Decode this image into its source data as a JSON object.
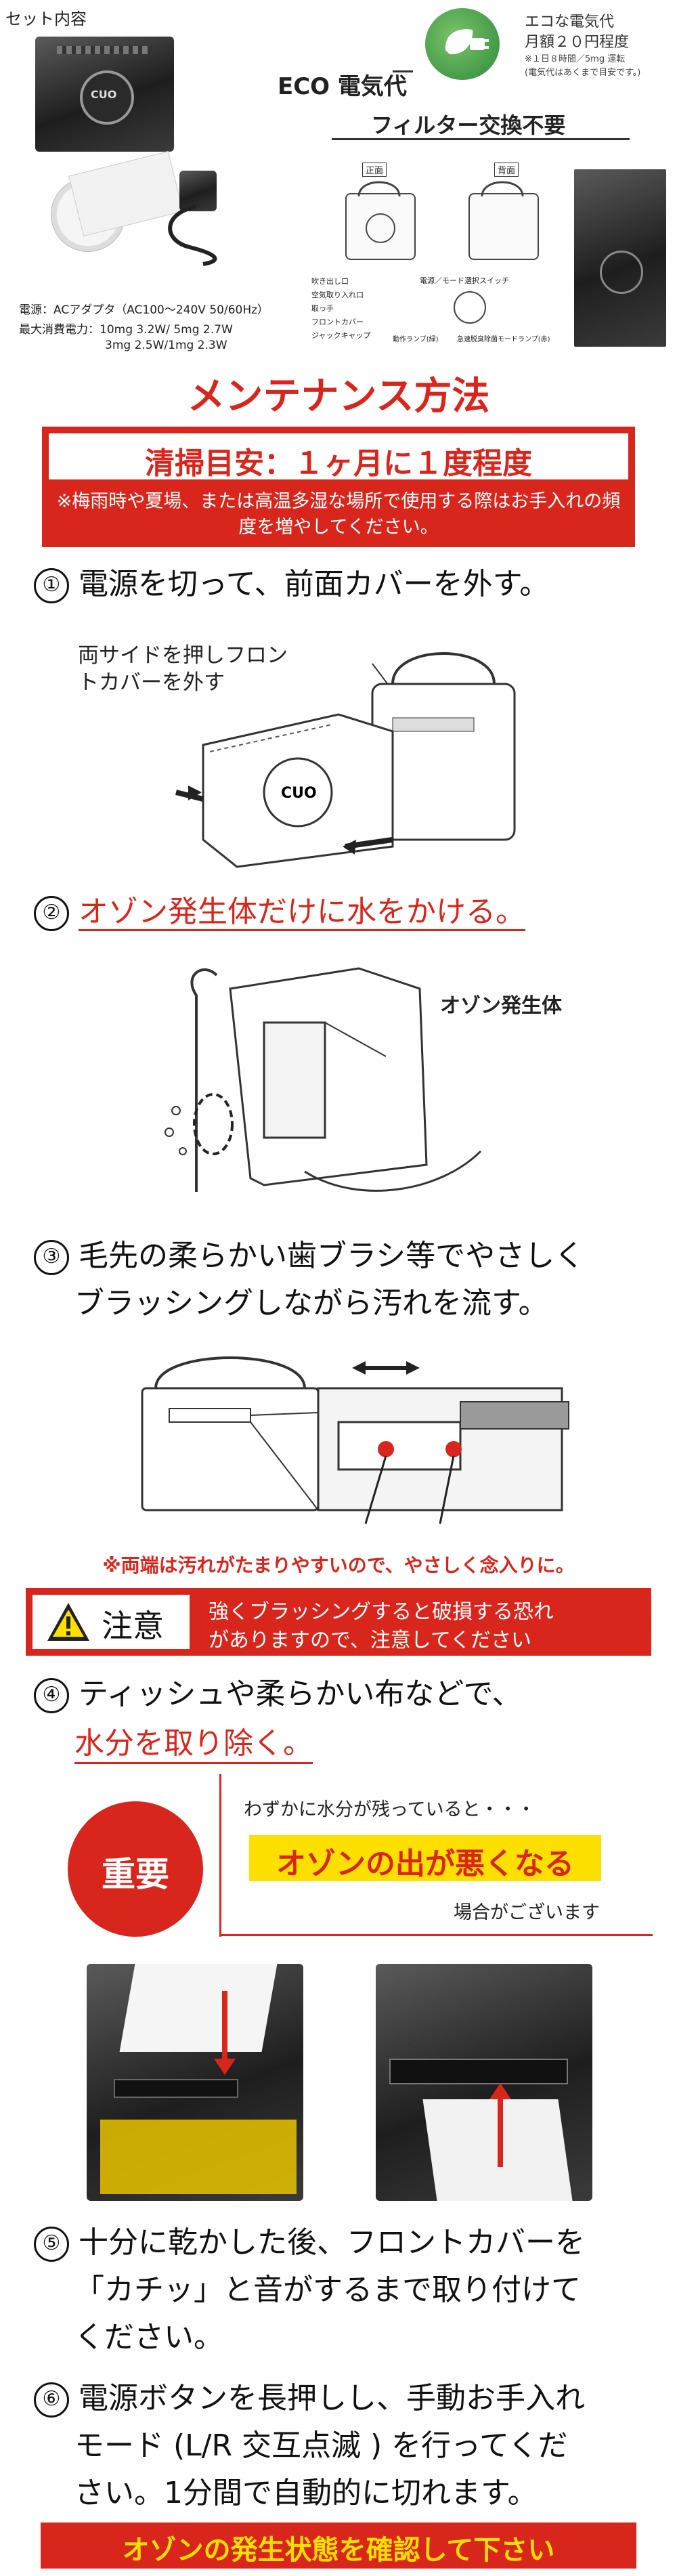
{
  "header": {
    "set_contents_label": "セット内容",
    "eco_badge": {
      "line1": "エコな電気代",
      "line2": "月額２０円程度",
      "note1": "※１日８時間／5mg 運転",
      "note2": "(電気代はあくまで目安です。)"
    },
    "eco_title": "ECO 電気代",
    "filter_label": "フィルター交換不要",
    "specs": {
      "power": "電源：ACアダプタ（AC100〜240V 50/60Hz）",
      "consumption1": "最大消費電力：10mg 3.2W/ 5mg 2.7W",
      "consumption2": "3mg 2.5W/1mg 2.3W"
    },
    "product_logo": "CUO",
    "diagram": {
      "front_label": "正面",
      "back_label": "背面",
      "parts": [
        "吹き出し口",
        "空気取り入れ口",
        "取っ手",
        "フロントカバー",
        "ジャックキャップ"
      ],
      "switch_label": "電源／モード選択スイッチ",
      "lamp1": "動作ランプ(緑)",
      "lamp2": "急速脱臭除菌モードランプ(赤)"
    }
  },
  "maintenance": {
    "title": "メンテナンス方法",
    "cleaning_guide": "清掃目安：１ヶ月に１度程度",
    "cleaning_note": "※梅雨時や夏場、または高温多湿な場所で使用する際はお手入れの頻度を増やしてください。"
  },
  "steps": [
    {
      "num": "①",
      "text": "電源を切って、前面カバーを外す。",
      "callout": "両サイドを押しフロントカバーを外す"
    },
    {
      "num": "②",
      "text": "オゾン発生体だけに水をかける。",
      "callout": "オゾン発生体"
    },
    {
      "num": "③",
      "text_line1": "毛先の柔らかい歯ブラシ等でやさしく",
      "text_line2": "ブラッシングしながら汚れを流す。",
      "note": "※両端は汚れがたまりやすいので、やさしく念入りに。"
    },
    {
      "num": "④",
      "text_line1": "ティッシュや柔らかい布などで、",
      "text_line2": "水分を取り除く。"
    },
    {
      "num": "⑤",
      "text_line1": "十分に乾かした後、フロントカバーを",
      "text_line2": "「カチッ」と音がするまで取り付けて",
      "text_line3": "ください。"
    },
    {
      "num": "⑥",
      "text_line1": "電源ボタンを長押しし、手動お手入れ",
      "text_line2": "モード (L/R 交互点滅 ) を行ってくだ",
      "text_line3": "さい。1分間で自動的に切れます。"
    }
  ],
  "caution": {
    "label": "注意",
    "text_line1": "強くブラッシングすると破損する恐れ",
    "text_line2": "がありますので、注意してください"
  },
  "important": {
    "label": "重要",
    "line1": "わずかに水分が残っていると・・・",
    "highlight": "オゾンの出が悪くなる",
    "line3": "場合がございます"
  },
  "footer_banner": "オゾンの発生状態を確認して下さい"
}
